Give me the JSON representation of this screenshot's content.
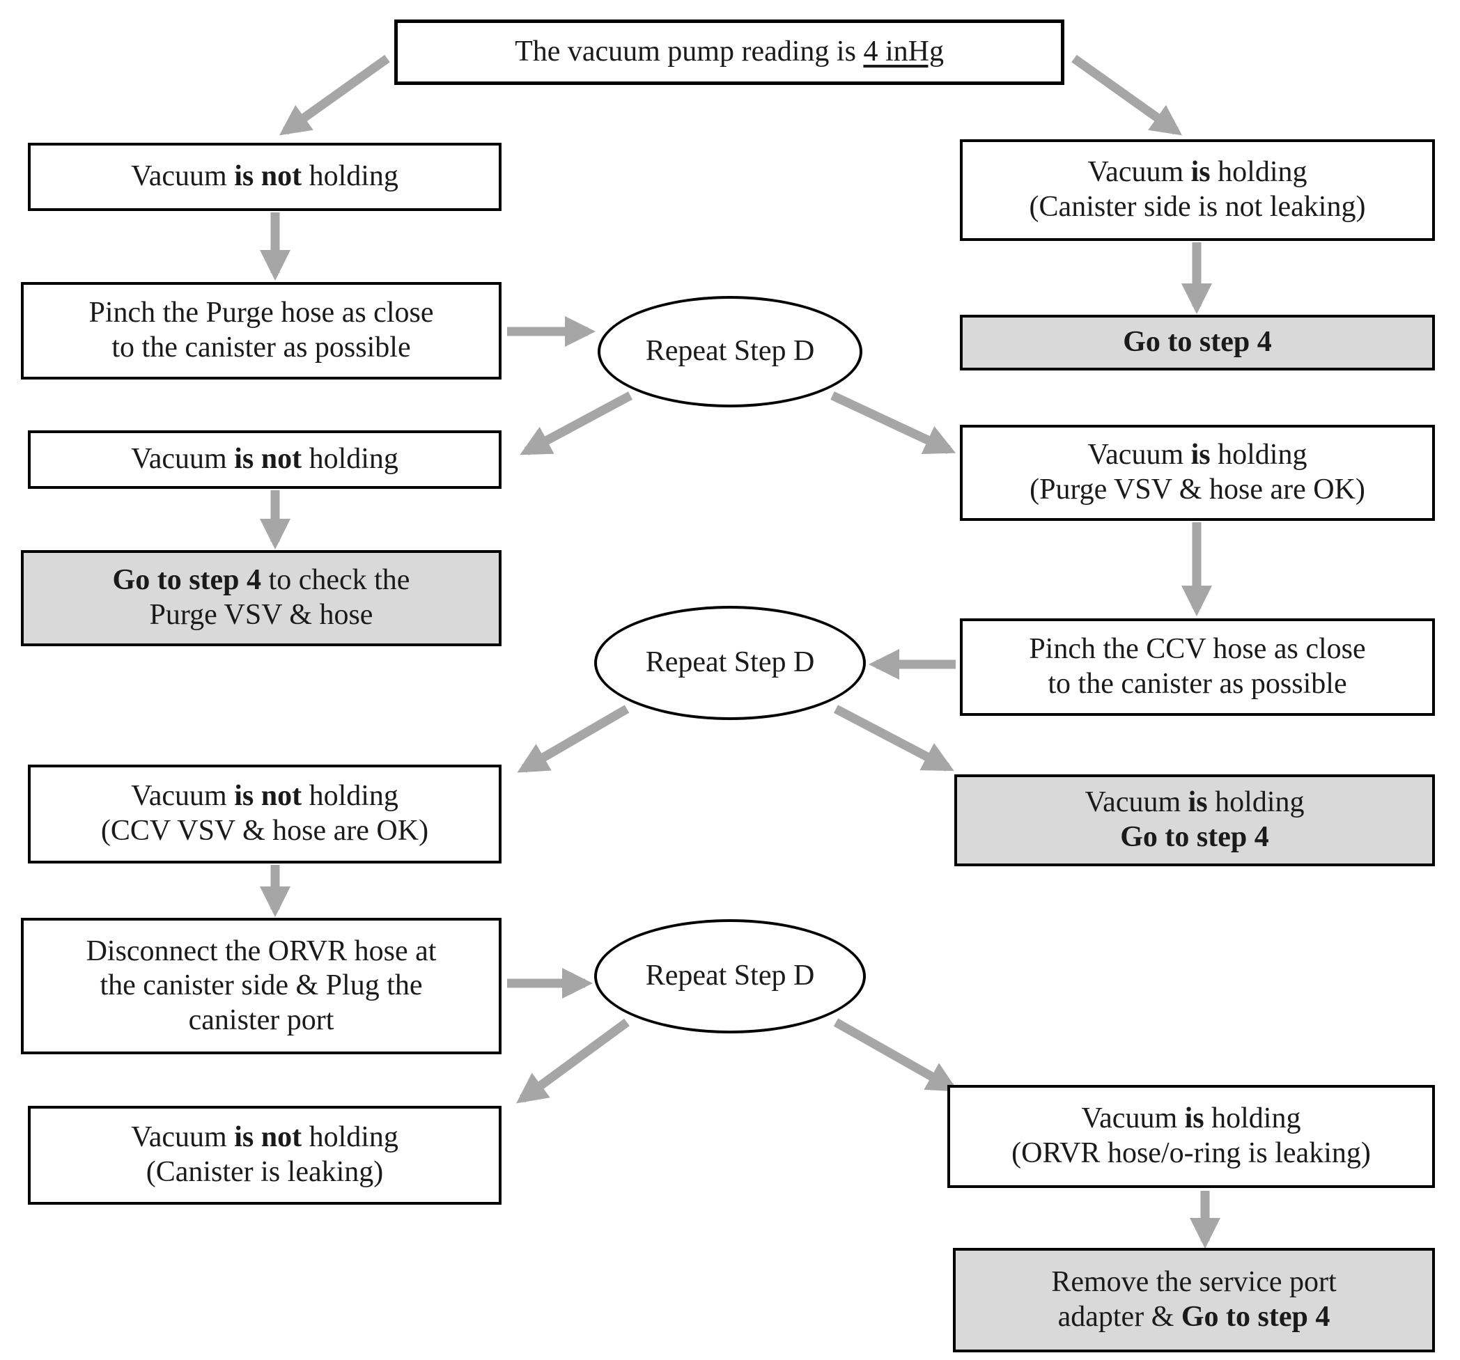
{
  "diagram": {
    "type": "flowchart",
    "colors": {
      "box_fill": "#ffffff",
      "box_fill_highlight": "#d9d9d9",
      "border": "#000000",
      "arrow": "#a6a6a6",
      "text": "#1a1a1a"
    },
    "nodes": {
      "start": {
        "shape": "box",
        "segments": [
          {
            "text": "The vacuum pump reading is "
          },
          {
            "text": "4 inHg",
            "underline": true
          }
        ]
      },
      "vac_not_holding_1": {
        "shape": "box",
        "segments": [
          {
            "text": "Vacuum "
          },
          {
            "text": "is not",
            "bold": true
          },
          {
            "text": " holding"
          }
        ]
      },
      "vac_holding_canister": {
        "shape": "box",
        "segments": [
          {
            "text": "Vacuum "
          },
          {
            "text": "is",
            "bold": true
          },
          {
            "text": " holding\n(Canister side is not leaking)"
          }
        ]
      },
      "pinch_purge": {
        "shape": "box",
        "segments": [
          {
            "text": "Pinch the Purge hose as close\nto the canister as possible"
          }
        ]
      },
      "repeat_step_d_1": {
        "shape": "ellipse",
        "segments": [
          {
            "text": "Repeat Step D"
          }
        ]
      },
      "go_to_step_4": {
        "shape": "box-highlight",
        "segments": [
          {
            "text": "Go to step 4",
            "bold": true
          }
        ]
      },
      "vac_not_holding_2": {
        "shape": "box",
        "segments": [
          {
            "text": "Vacuum "
          },
          {
            "text": "is not",
            "bold": true
          },
          {
            "text": " holding"
          }
        ]
      },
      "vac_holding_purge": {
        "shape": "box",
        "segments": [
          {
            "text": "Vacuum "
          },
          {
            "text": "is",
            "bold": true
          },
          {
            "text": " holding\n(Purge VSV & hose are OK)"
          }
        ]
      },
      "go_to_step_4_check": {
        "shape": "box-highlight",
        "segments": [
          {
            "text": "Go to step 4",
            "bold": true
          },
          {
            "text": " to check the\nPurge VSV & hose"
          }
        ]
      },
      "repeat_step_d_2": {
        "shape": "ellipse",
        "segments": [
          {
            "text": "Repeat Step D"
          }
        ]
      },
      "pinch_ccv": {
        "shape": "box",
        "segments": [
          {
            "text": "Pinch the CCV hose as close\nto the canister as possible"
          }
        ]
      },
      "vac_not_holding_ccv": {
        "shape": "box",
        "segments": [
          {
            "text": "Vacuum "
          },
          {
            "text": "is not",
            "bold": true
          },
          {
            "text": " holding\n(CCV VSV & hose are OK)"
          }
        ]
      },
      "vac_holding_go4": {
        "shape": "box-highlight",
        "segments": [
          {
            "text": "Vacuum "
          },
          {
            "text": "is",
            "bold": true
          },
          {
            "text": " holding\n"
          },
          {
            "text": "Go to step 4",
            "bold": true
          }
        ]
      },
      "disconnect_orvr": {
        "shape": "box",
        "segments": [
          {
            "text": "Disconnect the ORVR hose at\nthe canister side & Plug the\ncanister port"
          }
        ]
      },
      "repeat_step_d_3": {
        "shape": "ellipse",
        "segments": [
          {
            "text": "Repeat Step D"
          }
        ]
      },
      "vac_not_holding_canister": {
        "shape": "box",
        "segments": [
          {
            "text": "Vacuum "
          },
          {
            "text": "is not",
            "bold": true
          },
          {
            "text": " holding\n(Canister is leaking)"
          }
        ]
      },
      "vac_holding_orvr": {
        "shape": "box",
        "segments": [
          {
            "text": "Vacuum "
          },
          {
            "text": "is",
            "bold": true
          },
          {
            "text": " holding\n(ORVR hose/o-ring is leaking)"
          }
        ]
      },
      "remove_service_port": {
        "shape": "box-highlight",
        "segments": [
          {
            "text": "Remove the service port\nadapter & "
          },
          {
            "text": "Go to step 4",
            "bold": true
          }
        ]
      }
    }
  }
}
